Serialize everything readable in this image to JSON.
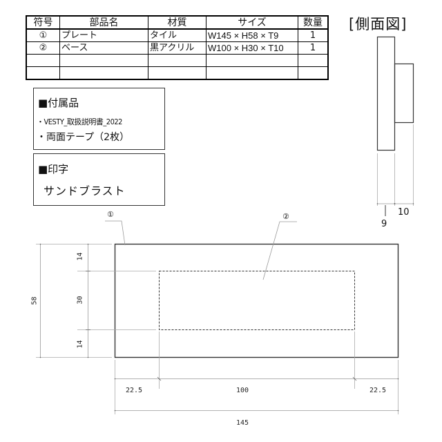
{
  "parts_table": {
    "headers": [
      "符号",
      "部品名",
      "材質",
      "サイズ",
      "数量"
    ],
    "rows": [
      {
        "symbol": "①",
        "name": "プレート",
        "material": "タイル",
        "size": "W145 × H58 × T9",
        "qty": "1"
      },
      {
        "symbol": "②",
        "name": "ベース",
        "material": "黒アクリル",
        "size": "W100 × H30 × T10",
        "qty": "1"
      },
      {
        "symbol": "",
        "name": "",
        "material": "",
        "size": "",
        "qty": ""
      },
      {
        "symbol": "",
        "name": "",
        "material": "",
        "size": "",
        "qty": ""
      }
    ]
  },
  "accessories": {
    "title": "■付属品",
    "items": [
      "・VESTY_取扱説明書_2022",
      "・両面テープ（2枚）"
    ]
  },
  "printing": {
    "title": "■印字",
    "value": "サンドブラスト"
  },
  "side_view": {
    "title": "[側面図]",
    "dims": {
      "plate_thickness": "9",
      "base_thickness": "10"
    }
  },
  "front_view": {
    "leaders": {
      "plate": "①",
      "base": "②"
    },
    "dims": {
      "overall_height": "58",
      "top_margin": "14",
      "base_height": "30",
      "bottom_margin": "14",
      "left_margin": "22.5",
      "base_width": "100",
      "right_margin": "22.5",
      "overall_width": "145"
    }
  },
  "colors": {
    "outline": "#333333",
    "dimension_line": "#9a9a9a",
    "background": "#ffffff"
  }
}
